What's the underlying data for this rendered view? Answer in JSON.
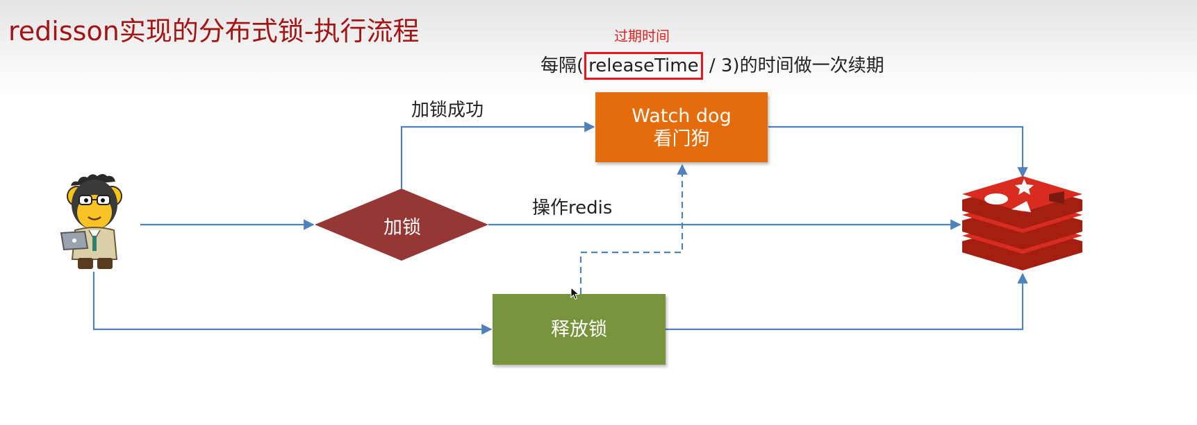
{
  "title": "redisson实现的分布式锁-执行流程",
  "expiry_note": "过期时间",
  "renewal": {
    "prefix": "每隔(",
    "highlight": "releaseTime",
    "suffix": " / 3)的时间做一次续期"
  },
  "labels": {
    "lock_success": "加锁成功",
    "operate_redis": "操作redis"
  },
  "nodes": {
    "lock": "加锁",
    "watchdog_en": "Watch dog",
    "watchdog_zh": "看门狗",
    "release": "释放锁"
  },
  "icons": {
    "client": "monkey-with-laptop-icon",
    "redis": "redis-logo-icon"
  },
  "colors": {
    "title": "#a31515",
    "expiry_note": "#e02020",
    "highlight_border": "#e8141e",
    "lock_diamond": "#953735",
    "watchdog_box": "#e46c0a",
    "release_box": "#77933c",
    "connector": "#4f81bd",
    "redis": "#d82c20"
  }
}
